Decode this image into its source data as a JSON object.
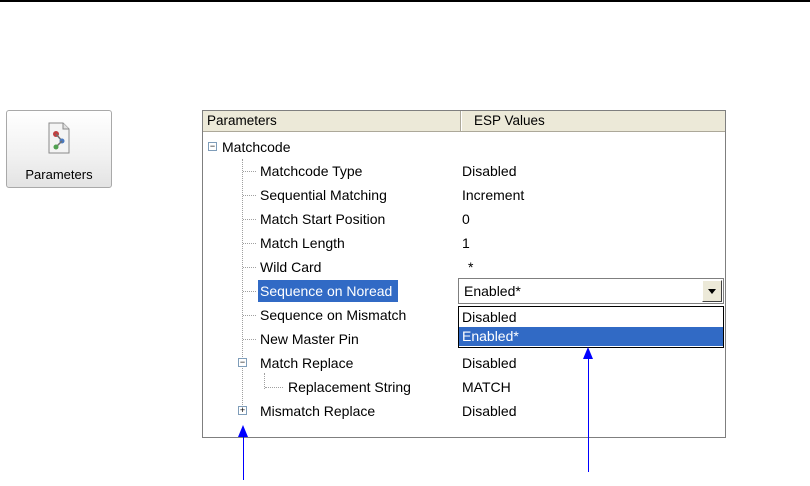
{
  "toolbar": {
    "parameters_button_label": "Parameters",
    "parameters_icon": "parameters-document-icon"
  },
  "grid": {
    "columns": [
      "Parameters",
      "ESP Values"
    ],
    "group": {
      "label": "Matchcode",
      "expander": "−"
    },
    "rows": [
      {
        "label": "Matchcode Type",
        "value": "Disabled"
      },
      {
        "label": "Sequential Matching",
        "value": "Increment"
      },
      {
        "label": "Match Start Position",
        "value": "0"
      },
      {
        "label": "Match Length",
        "value": "1"
      },
      {
        "label": "Wild Card",
        "value": "*"
      },
      {
        "label": "Sequence on Noread",
        "value": "Enabled*"
      },
      {
        "label": "Sequence on Mismatch",
        "value": ""
      },
      {
        "label": "New Master Pin",
        "value": ""
      },
      {
        "label": "Match Replace",
        "value": "Disabled",
        "expander": "−"
      },
      {
        "label": "Replacement String",
        "value": "MATCH"
      },
      {
        "label": "Mismatch Replace",
        "value": "Disabled",
        "expander": "+"
      }
    ],
    "selected_row": "Sequence on Noread"
  },
  "dropdown": {
    "current": "Enabled*",
    "options": [
      "Disabled",
      "Enabled*"
    ],
    "highlighted": "Enabled*"
  },
  "colors": {
    "selection": "#316ac5",
    "arrow": "#0000ff",
    "header_bg": "#ece9d8"
  }
}
